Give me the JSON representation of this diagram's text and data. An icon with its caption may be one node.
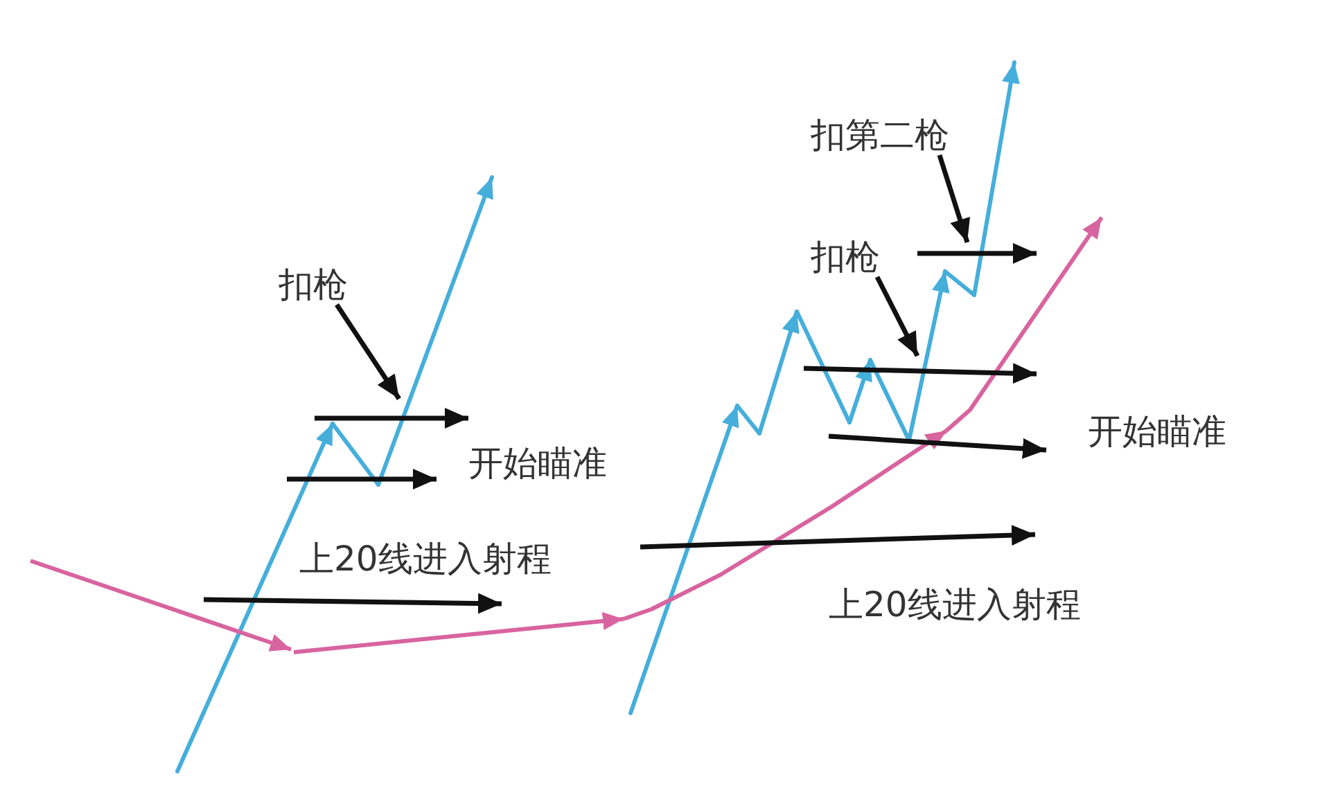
{
  "diagram": {
    "nodes": [
      {
        "text": [
          "扣枪"
        ]
      },
      {
        "text": [
          "扣第二枪"
        ]
      },
      {
        "text": [
          "扣枪"
        ]
      }
    ],
    "edges": [
      {
        "from": 0,
        "to": null,
        "arrow": "to"
      },
      {
        "from": 1,
        "to": null,
        "arrow": "to"
      },
      {
        "from": 2,
        "to": null,
        "arrow": "to"
      }
    ],
    "labels": [
      "开始瞄准",
      "上20线进入射程",
      "开始瞄准",
      "上20线进入射程"
    ]
  }
}
